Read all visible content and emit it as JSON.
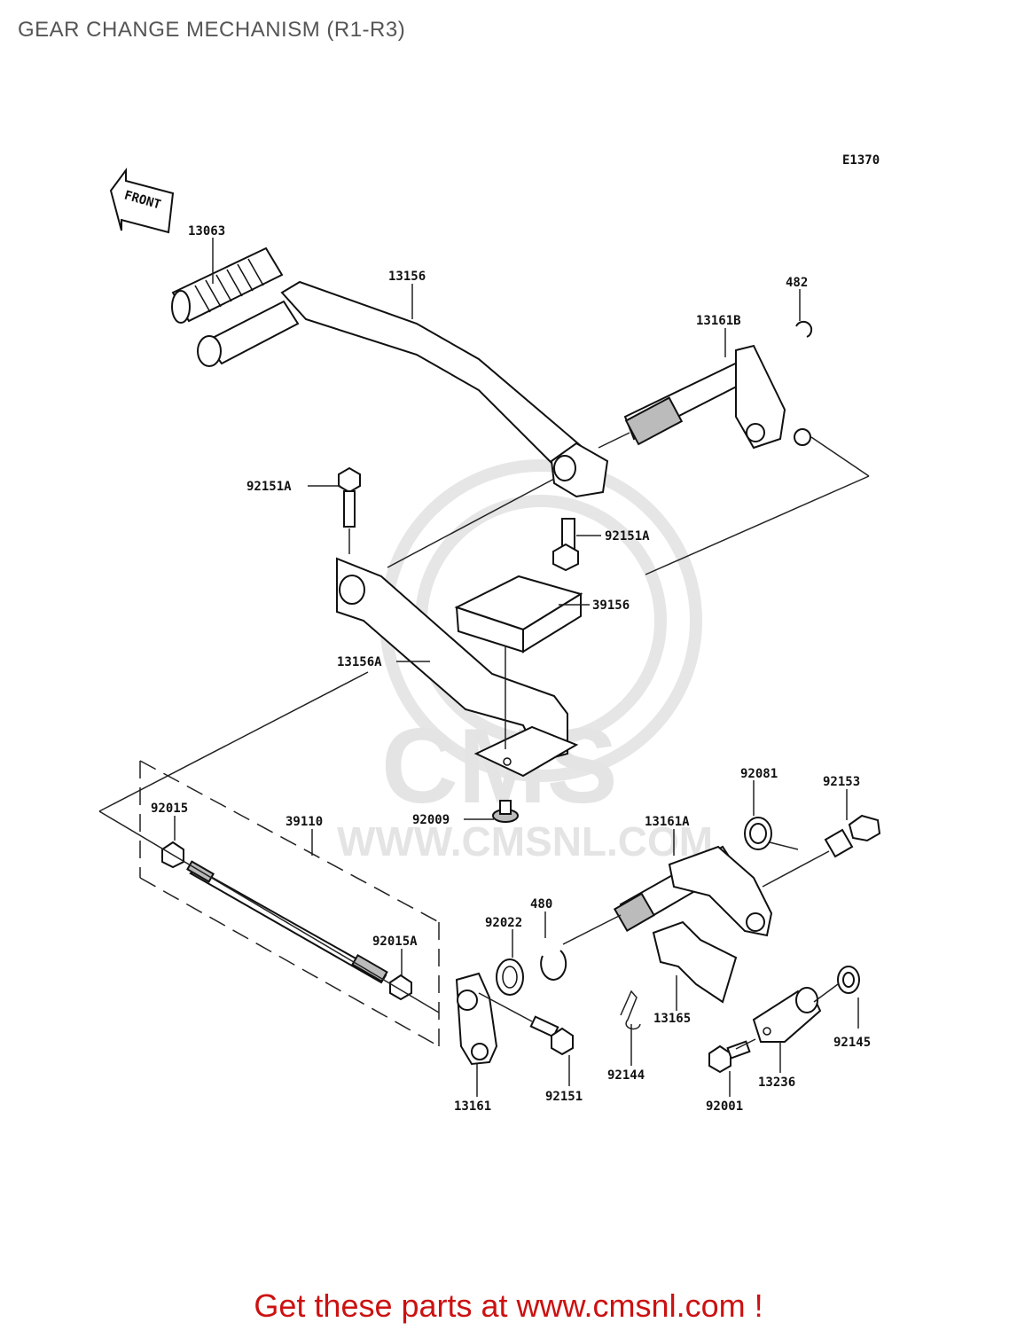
{
  "title": "GEAR CHANGE MECHANISM (R1-R3)",
  "diagram_code": "E1370",
  "front_label": "FRONT",
  "watermark": {
    "logo": "CMS",
    "url": "WWW.CMSNL.COM"
  },
  "parts": [
    "13063",
    "13156",
    "482",
    "13161B",
    "92151A",
    "92151A",
    "39156",
    "13156A",
    "92081",
    "92153",
    "92015",
    "39110",
    "92009",
    "13161A",
    "480",
    "92022",
    "92015A",
    "13165",
    "92145",
    "92144",
    "13236",
    "13161",
    "92151",
    "92001"
  ],
  "footer": "Get these parts at www.cmsnl.com !"
}
